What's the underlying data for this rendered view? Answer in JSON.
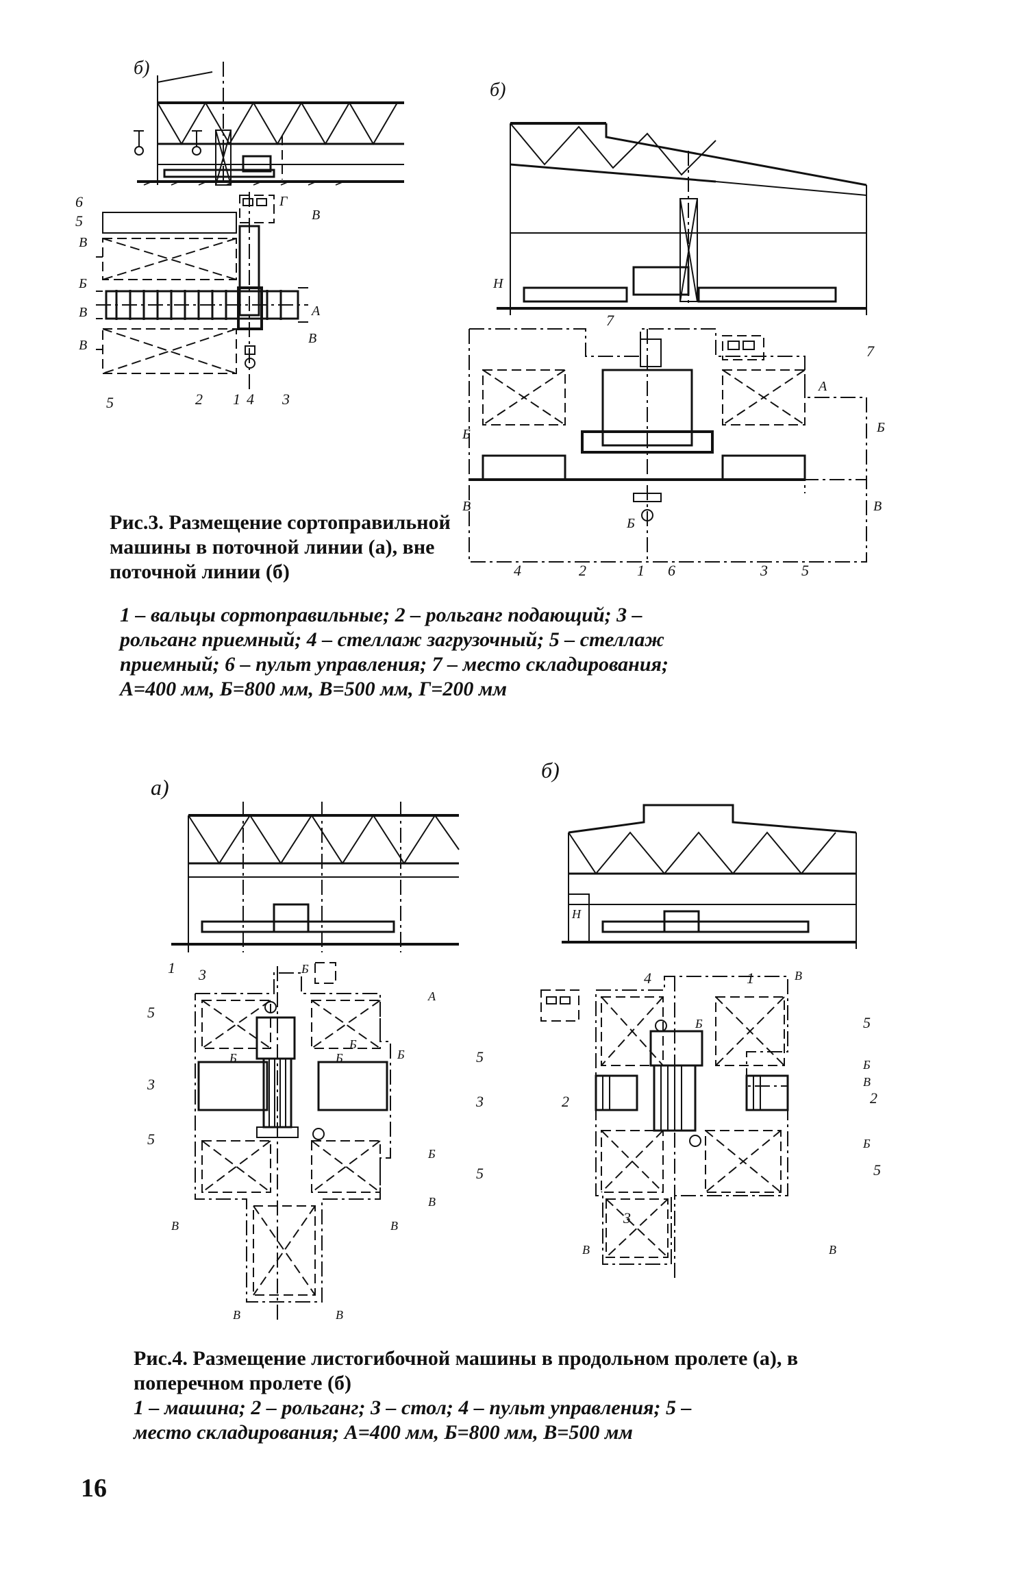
{
  "fig3": {
    "panel_a_label": "б)",
    "panel_b_label": "б)",
    "caption_title": "Рис.3. Размещение сортоправильной машины в поточной линии (а), вне поточной линии (б)",
    "legend_line1": "1 – вальцы сортоправильные; 2 – рольганг подающий; 3 –",
    "legend_line2": "рольганг приемный; 4 – стеллаж загрузочный; 5 – стеллаж",
    "legend_line3": "приемный; 6 – пульт управления; 7 – место складирования;",
    "legend_line4": "А=400 мм, Б=800 мм, В=500 мм, Г=200 мм",
    "a_numbers": [
      "6",
      "5",
      "5",
      "2",
      "1",
      "4",
      "3"
    ],
    "a_dims": [
      "В",
      "Б",
      "В",
      "В",
      "Г",
      "В",
      "А",
      "В"
    ],
    "b_numbers": [
      "7",
      "7",
      "4",
      "2",
      "1",
      "6",
      "3",
      "5"
    ],
    "b_dims": [
      "Н",
      "Б",
      "В",
      "Б",
      "Б",
      "А",
      "В"
    ]
  },
  "fig4": {
    "panel_a_label": "а)",
    "panel_b_label": "б)",
    "caption_title": "Рис.4. Размещение листогибочной машины в продольном пролете (а), в поперечном пролете (б)",
    "legend_line1": "1 – машина; 2 – рольганг; 3 – стол; 4 – пульт управления; 5 –",
    "legend_line2": "место складирования; А=400 мм, Б=800 мм, В=500 мм",
    "a_numbers": [
      "1",
      "3",
      "5",
      "5",
      "3",
      "3",
      "5",
      "5"
    ],
    "a_dims": [
      "Б",
      "Б",
      "А",
      "Б",
      "Б",
      "Б",
      "В",
      "В",
      "В",
      "В",
      "В",
      "Б"
    ],
    "b_numbers": [
      "4",
      "1",
      "5",
      "2",
      "2",
      "5",
      "3"
    ],
    "b_dims": [
      "В",
      "Б",
      "В",
      "Б",
      "В",
      "Б",
      "В",
      "Н"
    ]
  },
  "page_number": "16"
}
